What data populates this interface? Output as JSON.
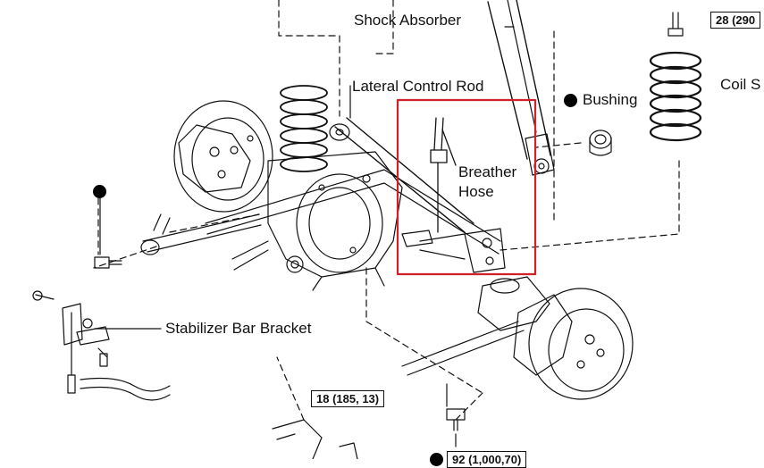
{
  "labels": {
    "shock_absorber": "Shock Absorber",
    "lateral_control_rod": "Lateral Control Rod",
    "bushing": "Bushing",
    "coil_spring": "Coil S",
    "breather_hose_line1": "Breather",
    "breather_hose_line2": "Hose",
    "stabilizer_bar_bracket": "Stabilizer Bar Bracket"
  },
  "torque_specs": {
    "top_right": "28 (290",
    "bottom_center": "18 (185, 13)",
    "bottom_partial": "92 (1,000,70)"
  },
  "colors": {
    "highlight_box": "#d0202a",
    "line_art": "#111111"
  },
  "icons": [
    "black-dot-marker",
    "bolt-icon"
  ]
}
